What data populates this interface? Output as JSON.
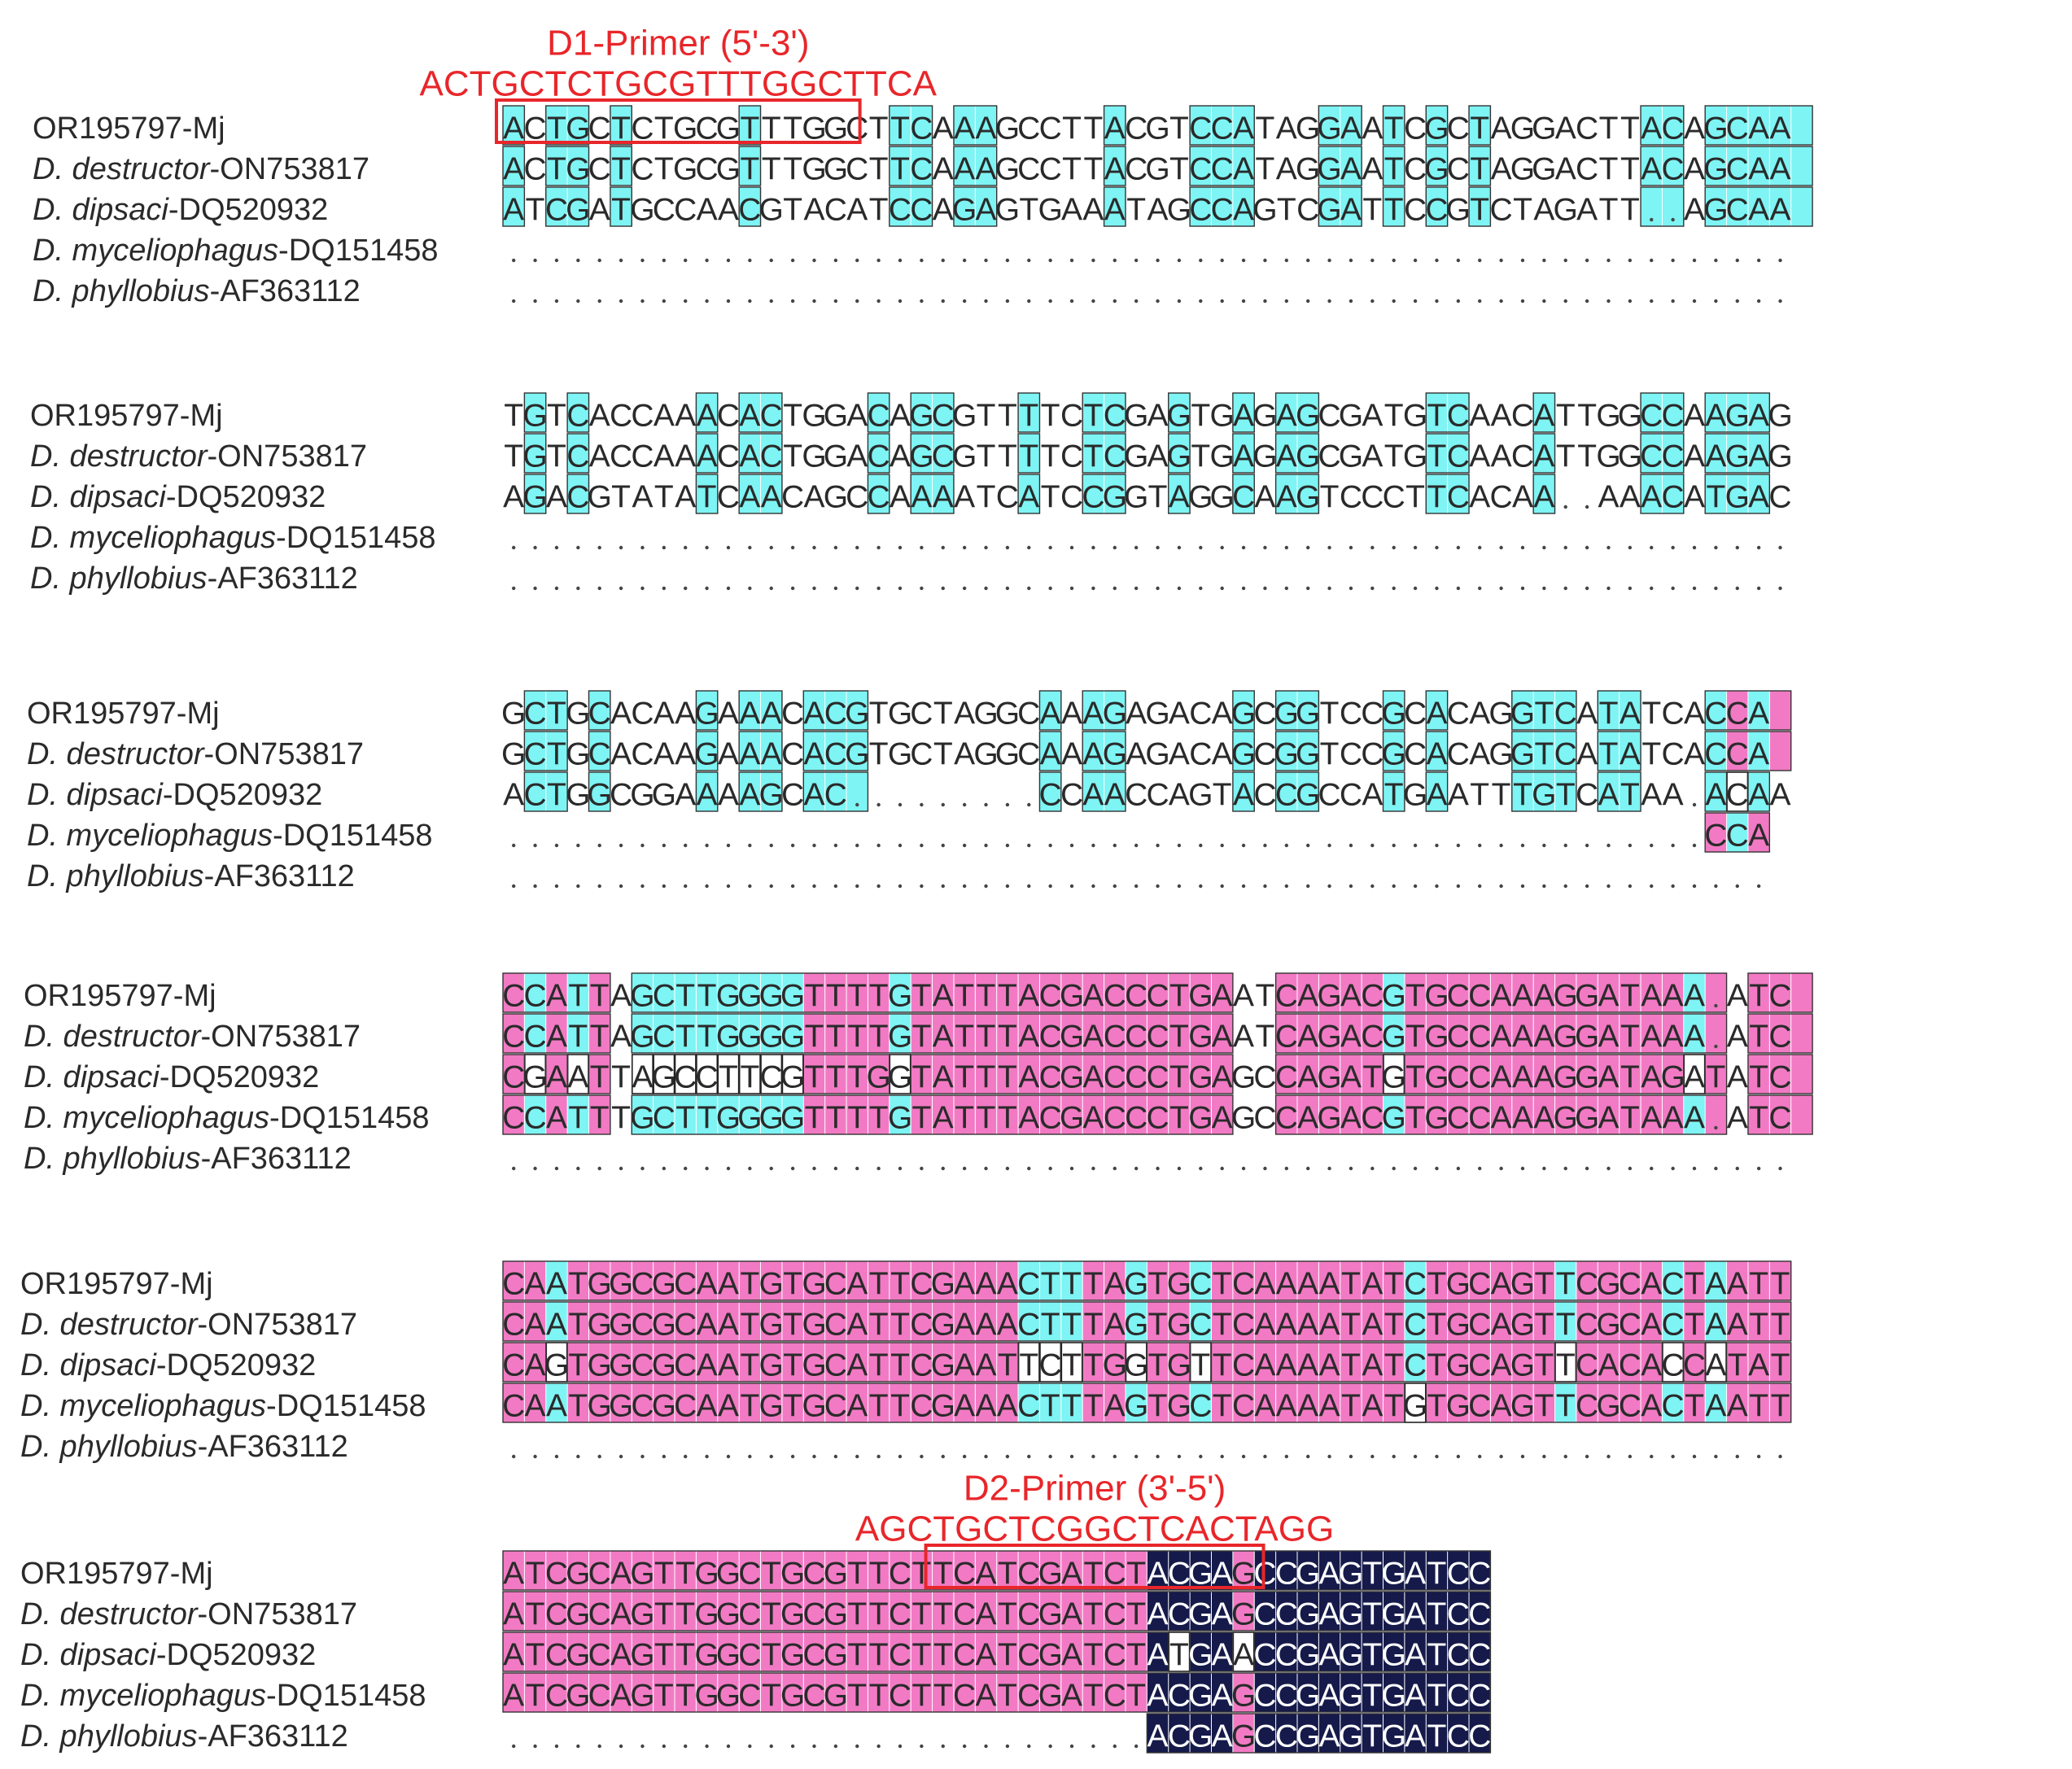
{
  "colors": {
    "cyan": "#7ef4f4",
    "pink": "#f27ac4",
    "navy": "#151a4a",
    "primer_red": "#e8262a",
    "text": "#2a2a2a"
  },
  "primers": [
    {
      "title": "D1-Primer (5'-3')",
      "sequence": "ACTGCTCTGCGTTTGGCTTCA",
      "block": 0
    },
    {
      "title": "D2-Primer (3'-5')",
      "sequence": "AGCTGCTCGGCTCACTAGG",
      "block": 5
    }
  ],
  "species_labels": [
    {
      "italic": "",
      "rest": "OR195797-Mj"
    },
    {
      "italic": "D. destructor",
      "rest": "-ON753817"
    },
    {
      "italic": "D. dipsaci",
      "rest": "-DQ520932"
    },
    {
      "italic": "D. myceliophagus",
      "rest": "-DQ151458"
    },
    {
      "italic": "D. phyllobius",
      "rest": "-AF363112"
    }
  ],
  "blocks": [
    {
      "rows": [
        "ACTGCTCTGCGTTTGGCTTCAAAGCCTTACGTCCATAGGAATCGCTAGGACTTACAGCAA",
        "ACTGCTCTGCGTTTGGCTTCAAAGCCTTACGTCCATAGGAATCGCTAGGACTTACAGCAA",
        "ATCGATGCCAACGTACATCCAGAGTGAAATAGCCAGTCGATTCCGTCTAGATT..AGCAA",
        "............................................................",
        "............................................................"
      ],
      "shade": [
        "c.cc.c.....c......cc.cc.....c...ccc...cc.c.c.c.......cc.ccccc",
        "c.cc.c.....c......cc.cc.....c...ccc...cc.c.c.c.......cc.ccccc",
        "c.cc.c.....c......cc.cc.....c...ccc...cc.c.c.c.......cc.ccccc",
        "............................................................",
        "............................................................"
      ]
    },
    {
      "rows": [
        "TGTCACCAAACACTGGACAGCGTTTTCTCGAGTGAGAGCGATGTCAACATTGGCCAAGAG",
        "TGTCACCAAACACTGGACAGCGTTTTCTCGAGTGAGAGCGATGTCAACATTGGCCAAGAG",
        "AGACGTATATCAACAGCCAAAATCATCCGGTAGGCAAGTCCCTTCACAA..AAACATGAC",
        "............................................................",
        "............................................................"
      ],
      "shade": [
        ".c.c.....c.cc....c.cc...c..cc..c..c.cc.....cc...c....cc.ccc",
        ".c.c.....c.cc....c.cc...c..cc..c..c.cc.....cc...c....cc.ccc",
        ".c.c.....c.cc....c.cc...c..cc..c..c.cc.....cc...c....cc.ccc",
        "............................................................",
        "............................................................"
      ]
    },
    {
      "rows": [
        "GCTGCACAAGAAACACGTGCTAGGCAAAGAGACAGCGGTCCGCACAGGTCATATCACCA",
        "GCTGCACAAGAAACACGTGCTAGGCAAAGAGACAGCGGTCCGCACAGGTCATATCACCA",
        "ACTGGCGGAAAAGCAC.........CCAACCAGTACCGCCATGAATTTGTCATAA.ACAA",
        "........................................................CCA",
        "..........................................................."
      ],
      "shade": [
        ".cc.c....c.cc.ccc........c.cc.....c.cc...c.c...ccc.cc...cpcp",
        ".cc.c....c.cc.ccc........c.cc.....c.cc...c.c...ccc.cc...cpcp",
        ".cc.c....c.cc.ccc........c.cc.....c.cc...c.c...ccc.cc...cwc",
        "........................................................pcp",
        "..........................................................."
      ]
    },
    {
      "rows": [
        "CCATTAGCTTGGGGTTTTGTATTTACGACCCTGAATCAGACGTGCCAAAGGATAAA.ATC",
        "CCATTAGCTTGGGGTTTTGTATTTACGACCCTGAATCAGACGTGCCAAAGGATAAA.ATC",
        "CGAATTAGCCTTCGTTTGGTATTTACGACCCTGAGCCAGATGTGCCAAAGGATAGATATC",
        "CCATTTGCTTGGGGTTTTGTATTTACGACCCTGAGCCAGACGTGCCAAAGGATAAA.ATC",
        "............................................................"
      ],
      "shade": [
        "pcpcp.ccccccccppppcppppppppppppppp..pppppcpppppppppppppcp.ppp",
        "pcpcp.ccccccccppppcppppppppppppppp..pppppcpppppppppppppcp.ppp",
        "pwpwp.wwwwwwwwppppwppppppppppppppp..pppppwpppppppppppppwp.ppp",
        "pcpcp.ccccccccppppcppppppppppppppp..pppppcpppppppppppppcp.ppp",
        "............................................................"
      ]
    },
    {
      "rows": [
        "CAATGGCGCAATGTGCATTCGAAACTTTAGTGCTCAAAATATCTGCAGTTCGCACTAATT",
        "CAATGGCGCAATGTGCATTCGAAACTTTAGTGCTCAAAATATCTGCAGTTCGCACTAATT",
        "CAGTGGCGCAATGTGCATTCGAATTCTTGGTGTTCAAAATATCTGCAGTTCACACCATAT",
        "CAATGGCGCAATGTGCATTCGAAACTTTAGTGCTCAAAATATGTGCAGTTCGCACTAATT",
        "............................................................"
      ],
      "shade": [
        "ppcpppppppppppppppppppppcccppcppcpppppppppcppppppcppppcpcppp",
        "ppcpppppppppppppppppppppcccppcppcpppppppppcppppppcppppcpcppp",
        "ppwpppppppppppppppppppppwwwppwppwpppppppppcppppppwppppwpwppp",
        "ppcpppppppppppppppppppppcccppcppcpppppppppwppppppcppppcpcppp",
        "............................................................"
      ]
    },
    {
      "rows": [
        "ATCGCAGTTGGCTGCGTTCTTCATCGATCTACGAGCCGAGTGATCC",
        "ATCGCAGTTGGCTGCGTTCTTCATCGATCTACGAGCCGAGTGATCC",
        "ATCGCAGTTGGCTGCGTTCTTCATCGATCTATGAACCGAGTGATCC",
        "ATCGCAGTTGGCTGCGTTCTTCATCGATCTACGAGCCGAGTGATCC",
        "..............................ACGAGCCGAGTGATCC"
      ],
      "shade": [
        "ppppppppppppppppppppppppppppppnnnnpnnnnnnnnnnn",
        "ppppppppppppppppppppppppppppppnnnnpnnnnnnnnnnn",
        "ppppppppppppppppppppppppppppppnwnnwnnnnnnnnnnn",
        "ppppppppppppppppppppppppppppppnnnnpnnnnnnnnnnn",
        "..............................nnnnpnnnnnnnnnnn"
      ]
    }
  ]
}
